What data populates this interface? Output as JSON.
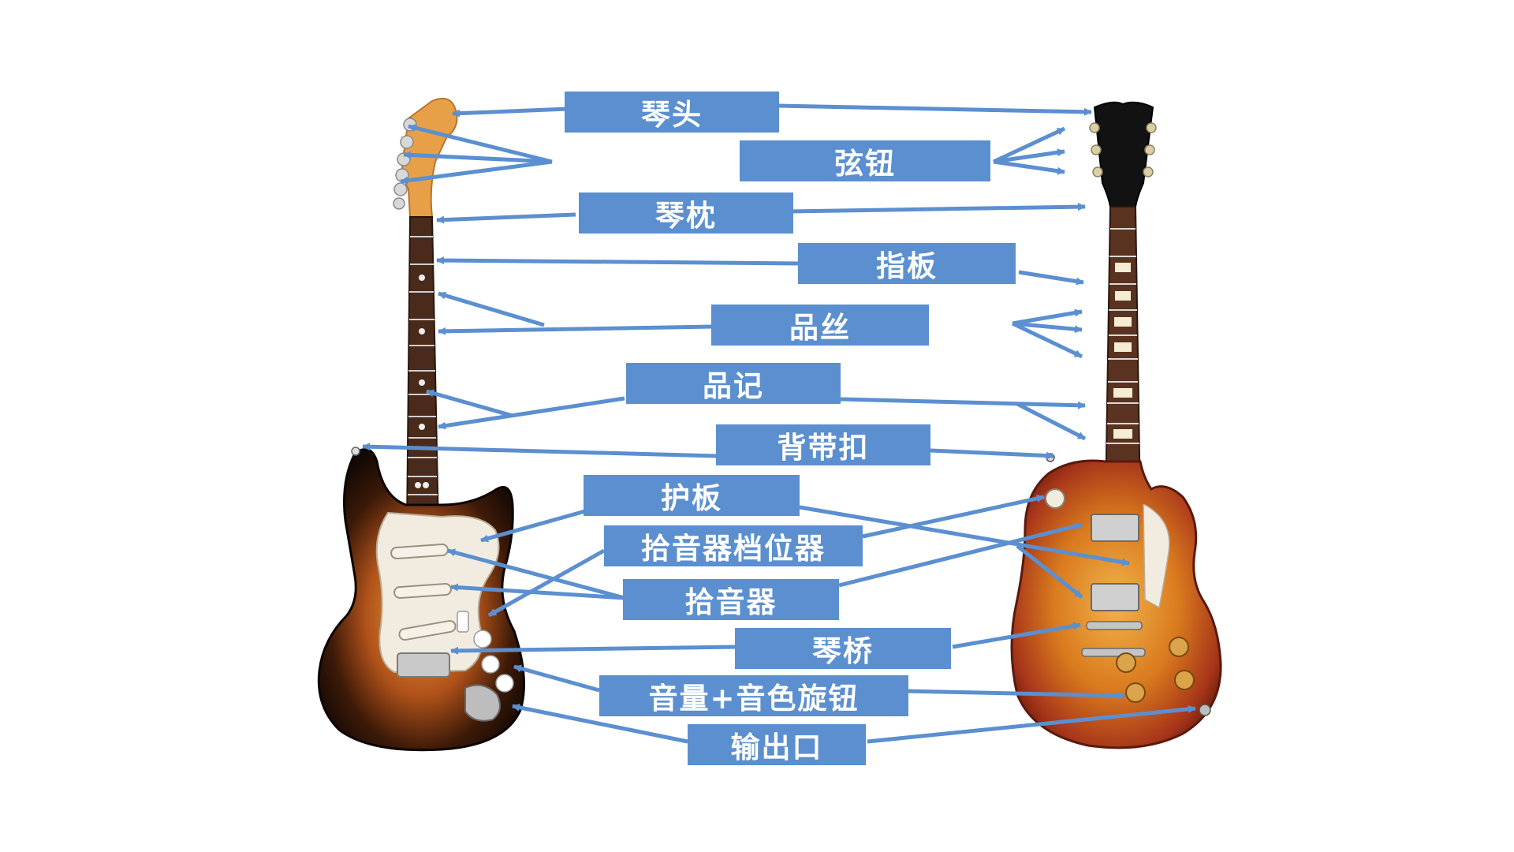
{
  "colors": {
    "label_bg": "#5b8fd0",
    "label_text": "#ffffff",
    "arrow": "#5b8fd0",
    "background": "#ffffff"
  },
  "guitars": {
    "left": {
      "name": "stratocaster-style-guitar",
      "finish": "sunburst"
    },
    "right": {
      "name": "les-paul-style-guitar",
      "finish": "cherry-sunburst"
    }
  },
  "labels": {
    "headstock": "琴头",
    "tuners": "弦钮",
    "nut": "琴枕",
    "fretboard": "指板",
    "frets": "品丝",
    "inlays": "品记",
    "strap_button": "背带扣",
    "pickguard": "护板",
    "pickup_selector": "拾音器档位器",
    "pickups": "拾音器",
    "bridge": "琴桥",
    "knobs": "音量+音色旋钮",
    "output_jack": "输出口"
  }
}
